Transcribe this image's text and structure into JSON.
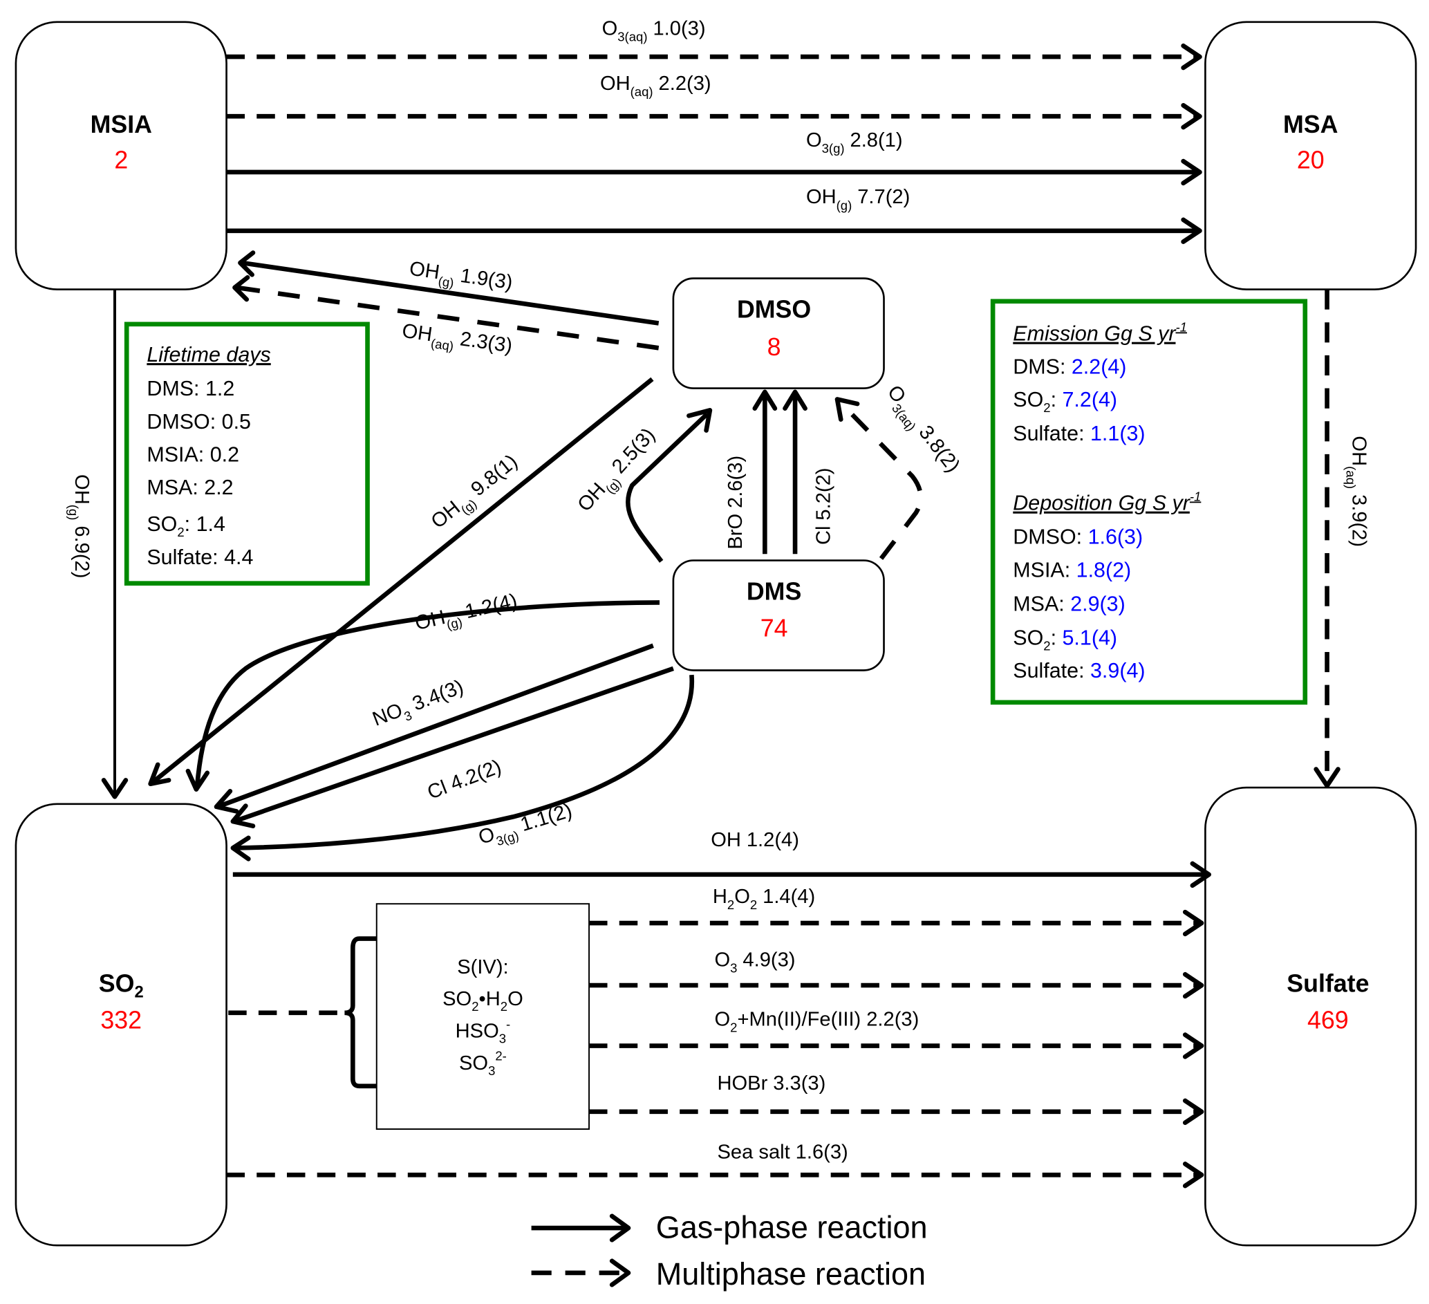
{
  "nodes": {
    "msia": {
      "name": "MSIA",
      "value": "2"
    },
    "msa": {
      "name": "MSA",
      "value": "20"
    },
    "dmso": {
      "name": "DMSO",
      "value": "8"
    },
    "dms": {
      "name": "DMS",
      "value": "74"
    },
    "so2": {
      "name": "SO",
      "name_sub": "2",
      "value": "332"
    },
    "sulfate": {
      "name": "Sulfate",
      "value": "469"
    }
  },
  "siv_box": {
    "title": "S(IV):",
    "species": [
      {
        "a": "SO",
        "a_sub": "2",
        "b": "•H",
        "b_sub": "2",
        "c": "O"
      },
      {
        "a": "HSO",
        "a_sub": "3",
        "sup": "-"
      },
      {
        "a": "SO",
        "a_sub": "3",
        "sup": "2-"
      }
    ]
  },
  "reactions": {
    "msia_msa_o3aq": {
      "oxidant": "O",
      "sub": "3(aq)",
      "rate": "1.0(3)",
      "type": "multiphase"
    },
    "msia_msa_ohaq": {
      "oxidant": "OH",
      "sub": "(aq)",
      "rate": "2.2(3)",
      "type": "multiphase"
    },
    "msia_msa_o3g": {
      "oxidant": "O",
      "sub": "3(g)",
      "rate": "2.8(1)",
      "type": "gas"
    },
    "msia_msa_ohg": {
      "oxidant": "OH",
      "sub": "(g)",
      "rate": "7.7(2)",
      "type": "gas"
    },
    "dmso_msia_ohg": {
      "oxidant": "OH",
      "sub": "(g)",
      "rate": "1.9(3)",
      "type": "gas"
    },
    "dmso_msia_ohaq": {
      "oxidant": "OH",
      "sub": "(aq)",
      "rate": "2.3(3)",
      "type": "multiphase"
    },
    "msia_so2_ohg": {
      "oxidant": "OH",
      "sub": "(g)",
      "rate": "6.9(2)",
      "type": "gas"
    },
    "dmso_so2_ohg": {
      "oxidant": "OH",
      "sub": "(g)",
      "rate": "9.8(1)",
      "type": "gas"
    },
    "dms_dmso_ohg": {
      "oxidant": "OH",
      "sub": "(g)",
      "rate": "2.5(3)",
      "type": "gas"
    },
    "dms_dmso_bro": {
      "oxidant": "BrO",
      "rate": "2.6(3)",
      "type": "gas"
    },
    "dms_dmso_cl": {
      "oxidant": "Cl",
      "rate": "5.2(2)",
      "type": "gas"
    },
    "dms_dmso_o3aq": {
      "oxidant": "O",
      "sub": "3(aq)",
      "rate": "3.8(2)",
      "type": "multiphase"
    },
    "dms_so2_ohg": {
      "oxidant": "OH",
      "sub": "(g)",
      "rate": "1.2(4)",
      "type": "gas"
    },
    "dms_so2_no3": {
      "oxidant": "NO",
      "sub": "3",
      "rate": "3.4(3)",
      "type": "gas"
    },
    "dms_so2_cl": {
      "oxidant": "Cl",
      "rate": "4.2(2)",
      "type": "gas"
    },
    "dms_so2_o3g": {
      "oxidant": "O",
      "sub": "3(g)",
      "rate": "1.1(2)",
      "type": "gas"
    },
    "msa_sulfate_ohaq": {
      "oxidant": "OH",
      "sub": "(aq)",
      "rate": "3.9(2)",
      "type": "multiphase"
    },
    "so2_sulfate_oh": {
      "oxidant": "OH",
      "rate": "1.2(4)",
      "type": "gas"
    },
    "siv_sulfate_h2o2": {
      "oxidant": "H",
      "sub": "2",
      "oxidant2": "O",
      "sub2": "2",
      "rate": "1.4(4)",
      "type": "multiphase"
    },
    "siv_sulfate_o3": {
      "oxidant": "O",
      "sub": "3",
      "rate": "4.9(3)",
      "type": "multiphase"
    },
    "siv_sulfate_o2tmi": {
      "oxidant": "O",
      "sub": "2",
      "oxidant2": "+Mn(II)/Fe(III)",
      "rate": "2.2(3)",
      "type": "multiphase"
    },
    "siv_sulfate_hobr": {
      "oxidant": "HOBr",
      "rate": "3.3(3)",
      "type": "multiphase"
    },
    "so2_sulfate_seasalt": {
      "oxidant": "Sea salt",
      "rate": "1.6(3)",
      "type": "multiphase"
    }
  },
  "lifetime_panel": {
    "title": "Lifetime days",
    "items": [
      {
        "label": "DMS",
        "value": "1.2"
      },
      {
        "label": "DMSO",
        "value": "0.5"
      },
      {
        "label": "MSIA",
        "value": "0.2"
      },
      {
        "label": "MSA",
        "value": "2.2"
      },
      {
        "label": "SO",
        "label_sub": "2",
        "value": "1.4"
      },
      {
        "label": "Sulfate",
        "value": "4.4"
      }
    ]
  },
  "budget_panel": {
    "emission_title": "Emission Gg S yr",
    "emission_title_sup": "-1",
    "emission": [
      {
        "label": "DMS",
        "value": "2.2(4)"
      },
      {
        "label": "SO",
        "label_sub": "2",
        "value": "7.2(4)"
      },
      {
        "label": "Sulfate",
        "value": "1.1(3)"
      }
    ],
    "deposition_title": "Deposition Gg S yr",
    "deposition_title_sup": "-1",
    "deposition": [
      {
        "label": "DMSO",
        "value": "1.6(3)"
      },
      {
        "label": "MSIA",
        "value": "1.8(2)"
      },
      {
        "label": "MSA",
        "value": "2.9(3)"
      },
      {
        "label": "SO",
        "label_sub": "2",
        "value": "5.1(4)"
      },
      {
        "label": "Sulfate",
        "value": "3.9(4)"
      }
    ]
  },
  "legend": {
    "gas": "Gas-phase reaction",
    "multiphase": "Multiphase reaction"
  },
  "colors": {
    "node_value": "#ff0000",
    "panel_value": "#0000ff",
    "panel_border": "#008a00"
  }
}
